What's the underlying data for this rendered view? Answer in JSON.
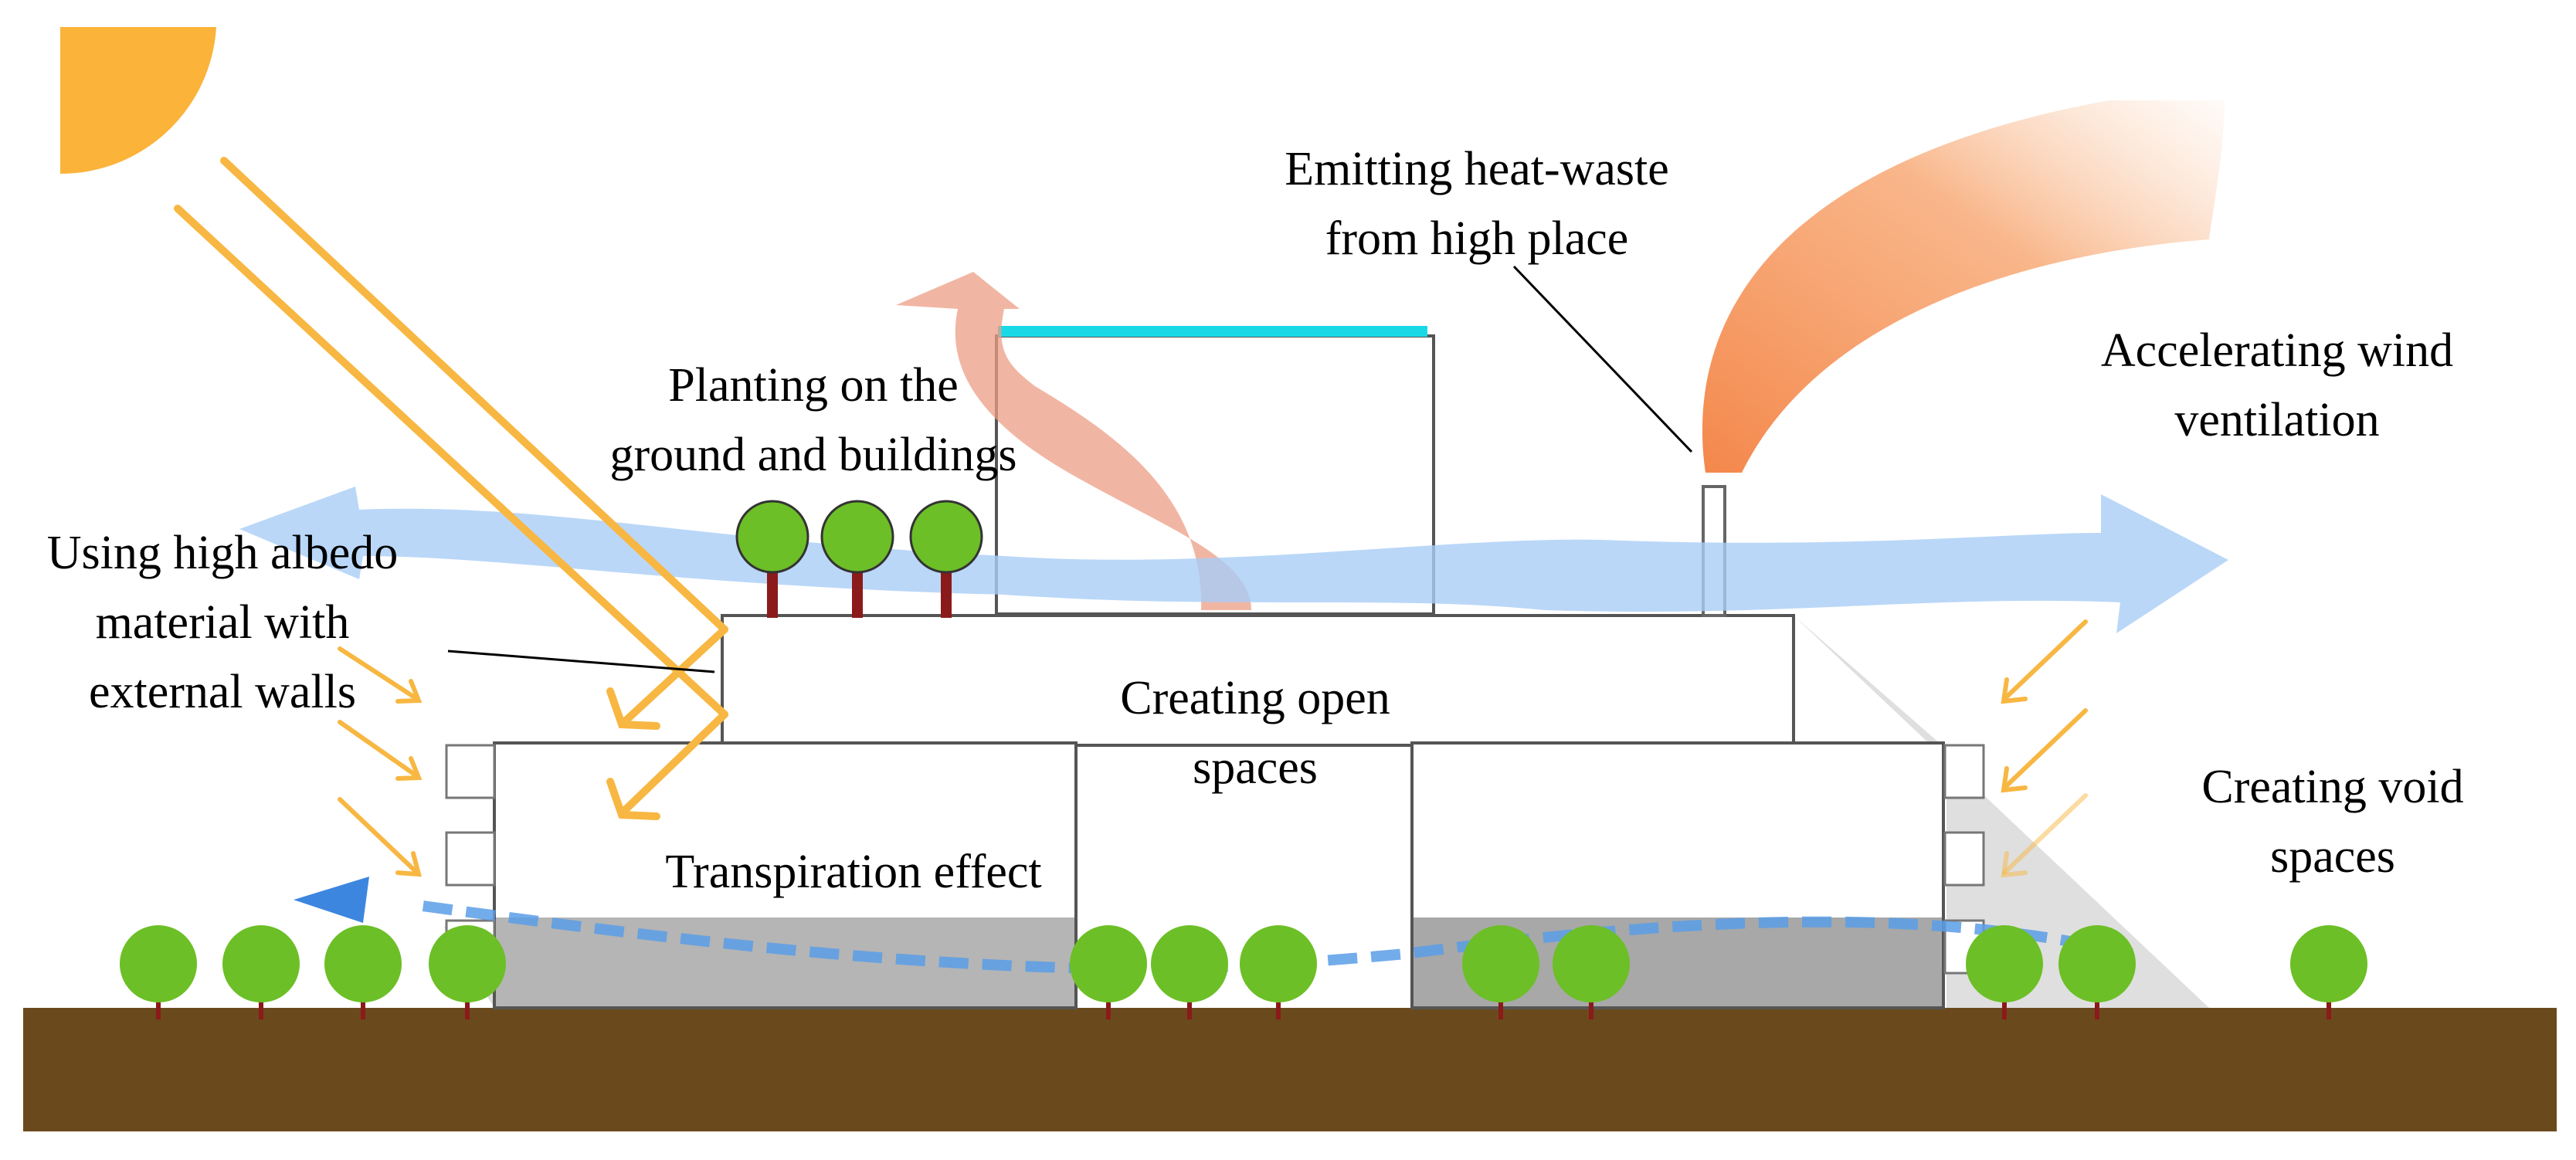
{
  "labels": {
    "heat_waste": [
      "Emitting heat-waste",
      "from high place"
    ],
    "wind": [
      "Accelerating wind",
      "ventilation"
    ],
    "planting": [
      "Planting on the",
      "ground and buildings"
    ],
    "albedo": [
      "Using high albedo",
      "material with",
      "external walls"
    ],
    "open_spaces": [
      "Creating open",
      "spaces"
    ],
    "void_spaces": [
      "Creating void",
      "spaces"
    ],
    "transpiration": "Transpiration effect"
  },
  "colors": {
    "sun": "#fbb33a",
    "sun_ray": "#f7b742",
    "wind": "#a9cdf6",
    "ground": "#6a4a1c",
    "tree_canopy": "#6cbf26",
    "tree_trunk": "#8b1a1a",
    "roof_water": "#19d9e6",
    "heat_plume": "#f4874b",
    "breeze_dash": "#5b9de6",
    "shade": "#b8b8b8"
  }
}
